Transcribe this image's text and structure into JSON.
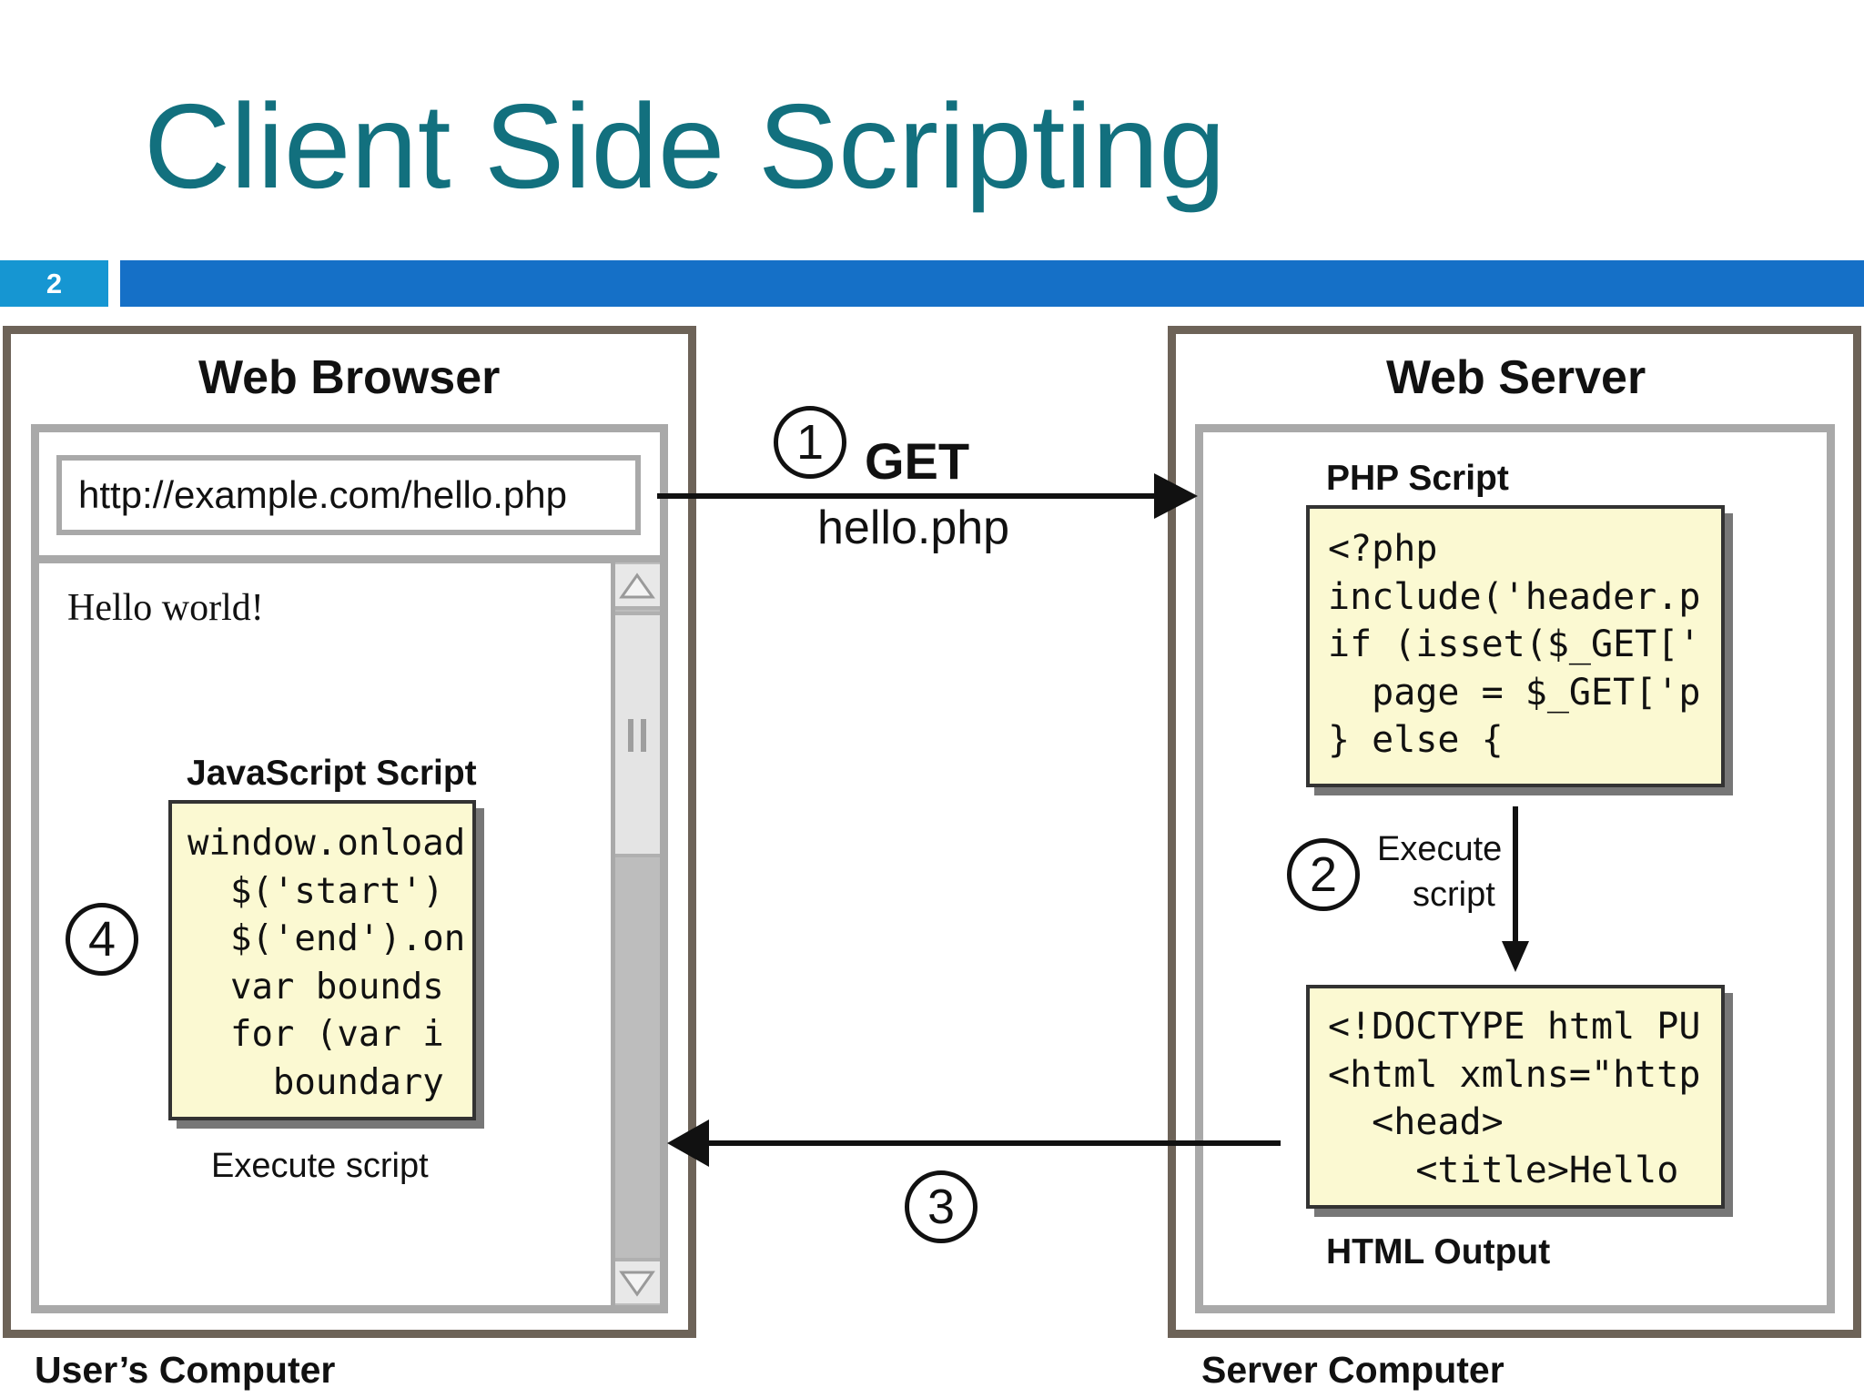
{
  "slide": {
    "title": "Client Side Scripting",
    "number": "2"
  },
  "user_computer": {
    "title": "Web Browser",
    "caption": "User’s Computer",
    "address_bar": "http://example.com/hello.php",
    "page_text": "Hello world!",
    "js_label": "JavaScript Script",
    "js_code": [
      "window.onload",
      "  $('start')",
      "  $('end').on",
      "  var bounds",
      "  for (var i",
      "    boundary"
    ],
    "execute_label": "Execute script"
  },
  "server_computer": {
    "title": "Web Server",
    "caption": "Server Computer",
    "php_label": "PHP Script",
    "php_code": [
      "<?php",
      "include('header.p",
      "if (isset($_GET['",
      "  page = $_GET['p",
      "} else {"
    ],
    "execute_label_line1": "Execute",
    "execute_label_line2": "script",
    "html_label": "HTML Output",
    "html_code": [
      "<!DOCTYPE html PU",
      "<html xmlns=\"http",
      "  <head>",
      "    <title>Hello"
    ]
  },
  "request": {
    "method": "GET",
    "resource": "hello.php"
  },
  "steps": [
    "1",
    "2",
    "3",
    "4"
  ],
  "colors": {
    "title": "#12707e",
    "slide_number_bg": "#1696d2",
    "top_bar": "#1570c7",
    "frame": "#6d6358",
    "window_border": "#a9a9a9",
    "code_bg": "#fbf9d2"
  }
}
